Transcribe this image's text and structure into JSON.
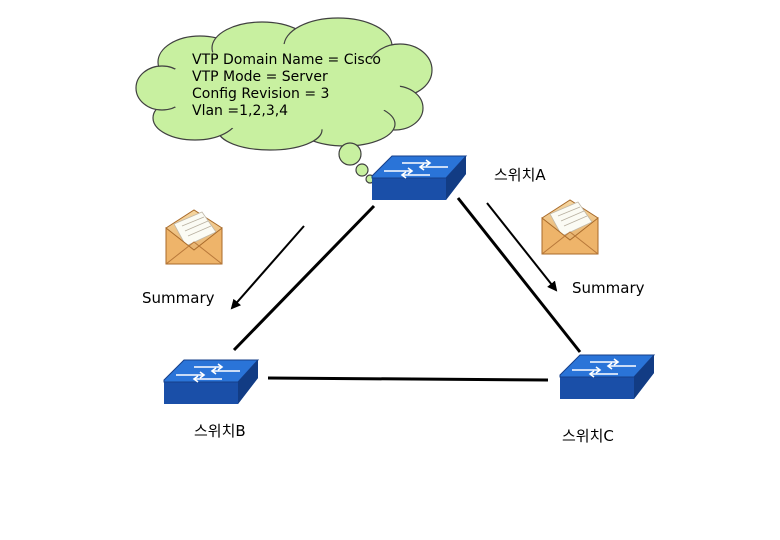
{
  "cloud": {
    "lines": [
      "VTP Domain Name = Cisco",
      "VTP Mode = Server",
      "Config Revision = 3",
      "Vlan =1,2,3,4"
    ]
  },
  "switches": {
    "a": {
      "label": "스위치A",
      "icon": "network-switch-icon"
    },
    "b": {
      "label": "스위치B",
      "icon": "network-switch-icon"
    },
    "c": {
      "label": "스위치C",
      "icon": "network-switch-icon"
    }
  },
  "messages": {
    "left": {
      "label": "Summary",
      "icon": "envelope-icon"
    },
    "right": {
      "label": "Summary",
      "icon": "envelope-icon"
    }
  },
  "colors": {
    "cloud_fill": "#c8f0a0",
    "switch_top": "#2a74d8",
    "switch_side": "#1a4fa8",
    "link": "#000000"
  }
}
